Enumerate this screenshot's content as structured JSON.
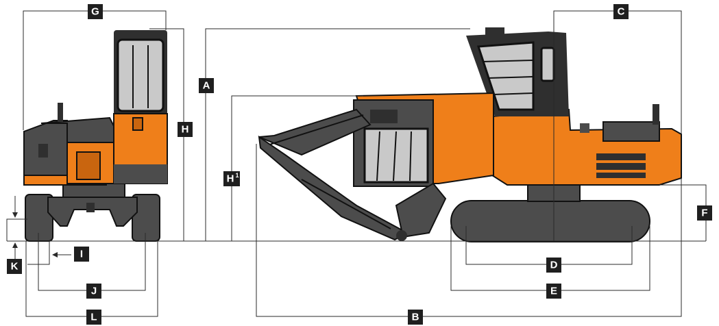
{
  "labels": {
    "A": "A",
    "B": "B",
    "C": "C",
    "D": "D",
    "E": "E",
    "F": "F",
    "G": "G",
    "H": "H",
    "H1": "H",
    "H1_sup": "1",
    "I": "I",
    "J": "J",
    "K": "K",
    "L": "L"
  },
  "colors": {
    "body_orange": "#ef7f1a",
    "structure_gray": "#4c4c4c",
    "track_gray": "#4a4a4a",
    "glass_gray": "#c9c9c9",
    "label_black": "#1f1f1f"
  },
  "icons": {
    "front_view": "excavator-front-view",
    "side_view": "excavator-side-view"
  }
}
